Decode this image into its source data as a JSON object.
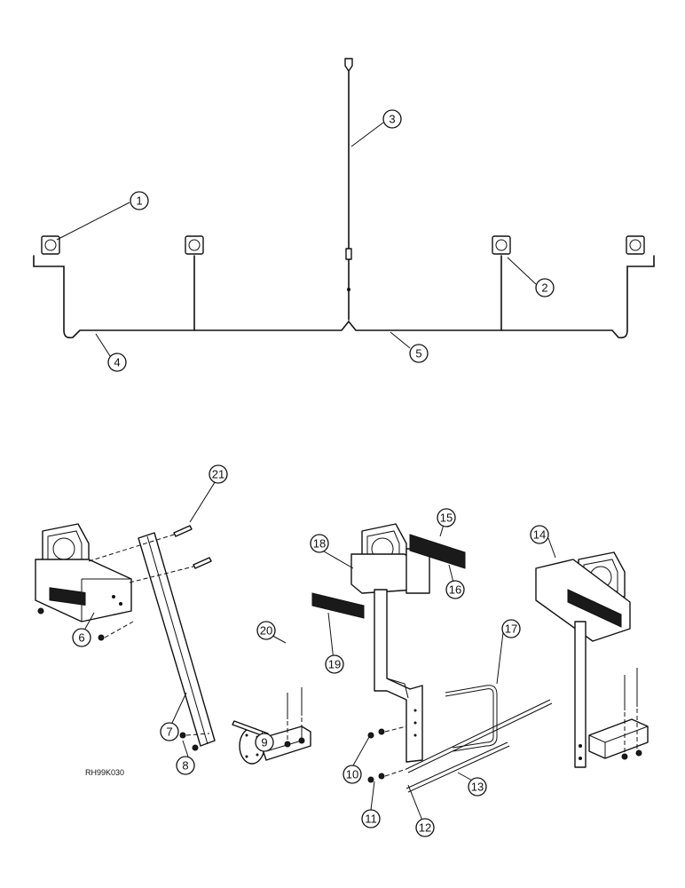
{
  "drawing_code": "RH99K030",
  "callouts": [
    {
      "number": "1"
    },
    {
      "number": "2"
    },
    {
      "number": "3"
    },
    {
      "number": "4"
    },
    {
      "number": "5"
    },
    {
      "number": "6"
    },
    {
      "number": "7"
    },
    {
      "number": "8"
    },
    {
      "number": "9"
    },
    {
      "number": "10"
    },
    {
      "number": "11"
    },
    {
      "number": "12"
    },
    {
      "number": "13"
    },
    {
      "number": "14"
    },
    {
      "number": "15"
    },
    {
      "number": "16"
    },
    {
      "number": "17"
    },
    {
      "number": "18"
    },
    {
      "number": "19"
    },
    {
      "number": "20"
    },
    {
      "number": "21"
    }
  ],
  "colors": {
    "ink": "#111111",
    "paper": "#ffffff"
  }
}
